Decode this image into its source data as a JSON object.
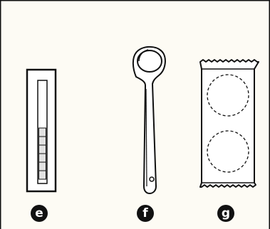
{
  "colors": {
    "background": "#fdfbf4",
    "stroke": "#111111",
    "badge_fill": "#111111",
    "badge_text": "#ffffff",
    "strip_segment": "#e2e2e2"
  },
  "items": [
    {
      "label": "e",
      "icon": "test-strip-case-icon"
    },
    {
      "label": "f",
      "icon": "measuring-spoon-icon"
    },
    {
      "label": "g",
      "icon": "tablet-blister-pack-icon"
    }
  ]
}
